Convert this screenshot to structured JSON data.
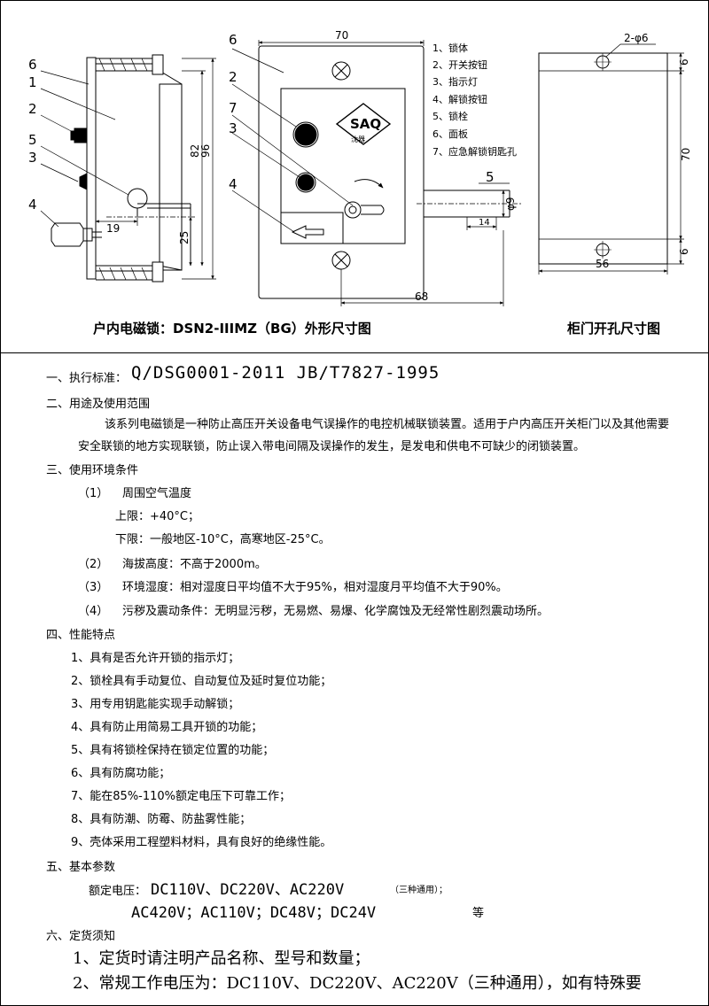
{
  "drawings": {
    "side_view": {
      "labels": [
        "6",
        "1",
        "2",
        "5",
        "3",
        "4"
      ],
      "dims": [
        "82",
        "96",
        "19",
        "25"
      ]
    },
    "front_view": {
      "labels": [
        "6",
        "2",
        "7",
        "3",
        "4"
      ],
      "dims": [
        "70",
        "68",
        "5",
        "φ9",
        "14"
      ],
      "logo_text": "SAQ",
      "logo_sub": "沈器"
    },
    "legend": [
      "1、锁体",
      "2、开关按钮",
      "3、指示灯",
      "4、解锁按钮",
      "5、锁栓",
      "6、面板",
      "7、应急解锁钥匙孔"
    ],
    "cutout_view": {
      "dims": [
        "2-φ6",
        "6",
        "70",
        "6",
        "56"
      ]
    }
  },
  "captions": {
    "outline": "户内电磁锁：DSN2-IIIMZ（BG）外形尺寸图",
    "cutout": "柜门开孔尺寸图"
  },
  "spec": {
    "s1_title": "一、执行标准：",
    "s1_standards": "Q/DSG0001-2011    JB/T7827-1995",
    "s2_title": "二、用途及使用范围",
    "s2_line1": "该系列电磁锁是一种防止高压开关设备电气误操作的电控机械联锁装置。适用于户内高压开关柜门以及其他需要",
    "s2_line2": "安全联锁的地方实现联锁，防止误入带电间隔及误操作的发生，是发电和供电不可缺少的闭锁装置。",
    "s3_title": "三、使用环境条件",
    "s3_1_num": "（1）",
    "s3_1_text": "周围空气温度",
    "s3_1_upper": "上限：+40°C；",
    "s3_1_lower": "下限：一般地区-10°C，高寒地区-25°C。",
    "s3_2_num": "（2）",
    "s3_2_text": "海拔高度：不高于2000m。",
    "s3_3_num": "（3）",
    "s3_3_text": "环境湿度：相对湿度日平均值不大于95%，相对湿度月平均值不大于90%。",
    "s3_4_num": "（4）",
    "s3_4_text": "污秽及震动条件：无明显污秽，无易燃、易爆、化学腐蚀及无经常性剧烈震动场所。",
    "s4_title": "四、性能特点",
    "s4_items": [
      "1、具有是否允许开锁的指示灯；",
      "2、锁栓具有手动复位、自动复位及延时复位功能；",
      "3、用专用钥匙能实现手动解锁；",
      "4、具有防止用简易工具开锁的功能；",
      "5、具有将锁栓保持在锁定位置的功能；",
      "6、具有防腐功能；",
      "7、能在85%-110%额定电压下可靠工作；",
      "8、具有防潮、防霉、防盐雾性能；",
      "9、壳体采用工程塑料材料，具有良好的绝缘性能。"
    ],
    "s5_title": "五、基本参数",
    "s5_label": "额定电压：",
    "s5_values1": "DC110V、DC220V、AC220V",
    "s5_note": "（三种通用）；",
    "s5_values2": "AC420V；AC110V；DC48V；DC24V",
    "s5_suffix": "等",
    "s6_title": "六、定货须知",
    "s6_items": [
      "1、定货时请注明产品名称、型号和数量；",
      "2、常规工作电压为：DC110V、DC220V、AC220V（三种通用），如有特殊要"
    ]
  }
}
